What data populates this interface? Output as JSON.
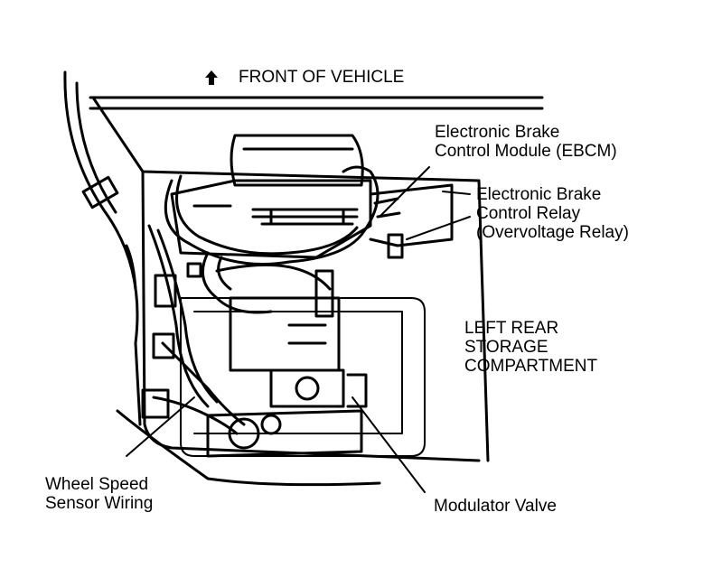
{
  "diagram": {
    "colors": {
      "ink": "#000000",
      "paper": "#ffffff"
    },
    "front_marker": {
      "icon": "up-arrow-icon",
      "text": "FRONT OF VEHICLE"
    },
    "labels": {
      "ebcm": [
        "Electronic Brake",
        "Control Module (EBCM)"
      ],
      "relay": [
        "Electronic Brake",
        "Control Relay",
        "(Overvoltage Relay)"
      ],
      "compartment": [
        "LEFT REAR",
        "STORAGE",
        "COMPARTMENT"
      ],
      "wheel_speed": [
        "Wheel Speed",
        "Sensor Wiring"
      ],
      "modulator": [
        "Modulator Valve"
      ]
    }
  }
}
